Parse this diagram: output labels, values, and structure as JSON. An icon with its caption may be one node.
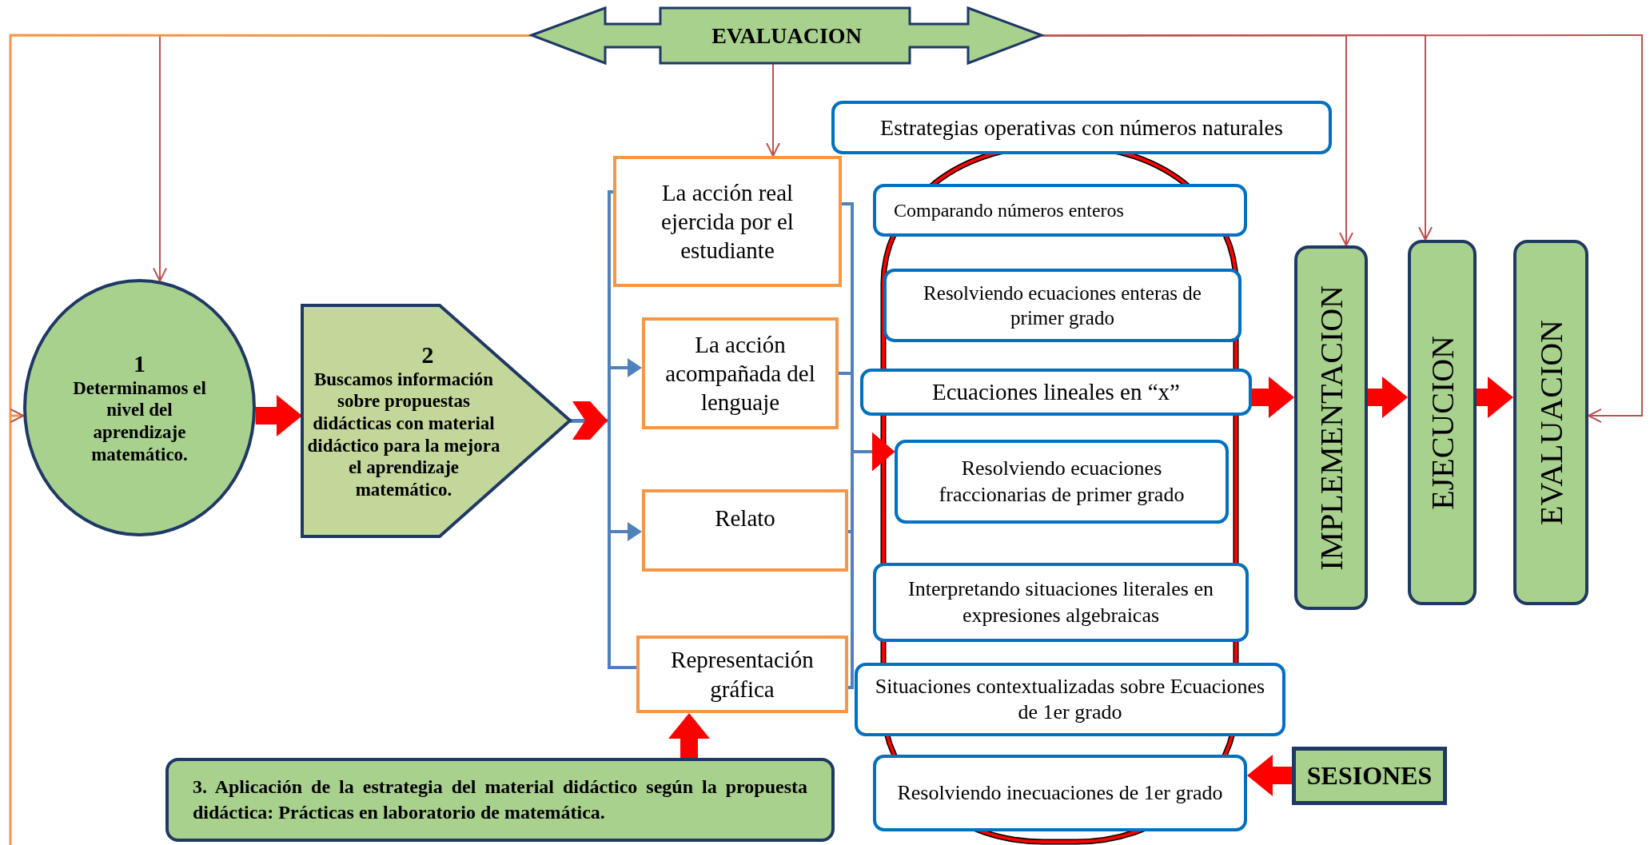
{
  "diagram": {
    "nodes": [
      {
        "text": [
          "EVALUACION"
        ]
      },
      {
        "text": [
          "1",
          "Determinamos el nivel del aprendizaje matemático."
        ]
      },
      {
        "text": [
          "2",
          "Buscamos información sobre propuestas didácticas con material didáctico para la mejora el aprendizaje matemático."
        ]
      },
      {
        "text": [
          "La acción real ejercida por el estudiante"
        ]
      },
      {
        "text": [
          "La acción acompañada del lenguaje"
        ]
      },
      {
        "text": [
          "Relato"
        ]
      },
      {
        "text": [
          "Representación gráfica"
        ]
      },
      {
        "text": [
          "3. Aplicación de la estrategia del material didáctico según la propuesta didáctica: Prácticas en laboratorio de matemática."
        ]
      },
      {
        "text": [
          "Estrategias operativas con números naturales"
        ]
      },
      {
        "text": [
          "Comparando números enteros"
        ]
      },
      {
        "text": [
          "Resolviendo ecuaciones enteras de primer grado"
        ]
      },
      {
        "text": [
          "Ecuaciones lineales en “x”"
        ]
      },
      {
        "text": [
          "Resolviendo ecuaciones fraccionarias de primer grado"
        ]
      },
      {
        "text": [
          "Interpretando situaciones literales en expresiones algebraicas"
        ]
      },
      {
        "text": [
          "Situaciones contextualizadas sobre Ecuaciones de 1er grado"
        ]
      },
      {
        "text": [
          "Resolviendo inecuaciones de 1er grado"
        ]
      },
      {
        "text": [
          "IMPLEMENTACION"
        ]
      },
      {
        "text": [
          "EJECUCION"
        ]
      },
      {
        "text": [
          "EVALUACION"
        ]
      },
      {
        "text": [
          "SESIONES"
        ]
      }
    ],
    "edges": [
      {
        "from": 0,
        "to": 1,
        "arrow": "to",
        "color": "#c0504d"
      },
      {
        "from": 0,
        "to": 1,
        "arrow": "to",
        "color": "#f79646"
      },
      {
        "from": 0,
        "to": 3,
        "arrow": "to",
        "color": "#c0504d"
      },
      {
        "from": 0,
        "to": 16,
        "arrow": "to",
        "color": "#c0504d"
      },
      {
        "from": 0,
        "to": 17,
        "arrow": "to",
        "color": "#c0504d"
      },
      {
        "from": 0,
        "to": 18,
        "arrow": "to",
        "color": "#c0504d"
      },
      {
        "from": 1,
        "to": 2,
        "arrow": "to",
        "style": "thick",
        "color": "#ff0000"
      },
      {
        "from": 2,
        "to": 3,
        "arrow": "none",
        "color": "#4f81bd"
      },
      {
        "from": 2,
        "to": 4,
        "arrow": "to",
        "color": "#4f81bd"
      },
      {
        "from": 2,
        "to": 5,
        "arrow": "to",
        "color": "#4f81bd"
      },
      {
        "from": 2,
        "to": 6,
        "arrow": "none",
        "color": "#4f81bd"
      },
      {
        "from": 3,
        "to": 12,
        "arrow": "to",
        "color": "#4f81bd"
      },
      {
        "from": 4,
        "to": 12,
        "arrow": "to",
        "color": "#4f81bd"
      },
      {
        "from": 5,
        "to": 12,
        "arrow": "to",
        "color": "#4f81bd"
      },
      {
        "from": 6,
        "to": 12,
        "arrow": "to",
        "color": "#4f81bd"
      },
      {
        "from": 11,
        "to": 16,
        "arrow": "to",
        "style": "thick",
        "color": "#ff0000"
      },
      {
        "from": 16,
        "to": 17,
        "arrow": "to",
        "style": "thick",
        "color": "#ff0000"
      },
      {
        "from": 17,
        "to": 18,
        "arrow": "to",
        "style": "thick",
        "color": "#ff0000"
      },
      {
        "from": 19,
        "to": 15,
        "arrow": "to",
        "style": "thick",
        "color": "#ff0000"
      },
      {
        "from": 7,
        "to": 6,
        "arrow": "to",
        "style": "thick",
        "color": "#ff0000"
      }
    ]
  }
}
